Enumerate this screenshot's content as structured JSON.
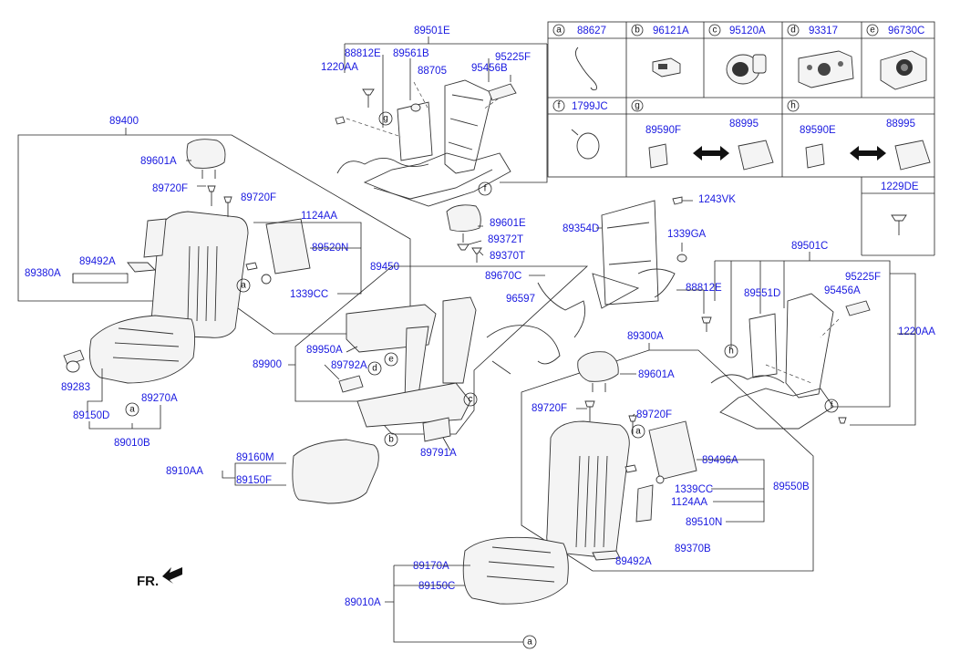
{
  "title_prefix": "FR.",
  "legend": [
    {
      "key": "a",
      "part": "88627"
    },
    {
      "key": "b",
      "part": "96121A"
    },
    {
      "key": "c",
      "part": "95120A"
    },
    {
      "key": "d",
      "part": "93317"
    },
    {
      "key": "e",
      "part": "96730C"
    },
    {
      "key": "f",
      "part": "1799JC"
    },
    {
      "key": "g",
      "part_a": "89590F",
      "part_b": "88995"
    },
    {
      "key": "h",
      "part_a": "89590E",
      "part_b": "88995"
    },
    {
      "key": "extra",
      "part": "1229DE"
    }
  ],
  "labels": {
    "p89501E": "89501E",
    "p88812E_top": "88812E",
    "p1220AA_top": "1220AA",
    "p89561B": "89561B",
    "p88705": "88705",
    "p95225F_top": "95225F",
    "p95456B": "95456B",
    "p89400": "89400",
    "p89601A_l": "89601A",
    "p89720F_l1": "89720F",
    "p89720F_l2": "89720F",
    "p1124AA_l": "1124AA",
    "p89520N": "89520N",
    "p89492A_l": "89492A",
    "p89380A": "89380A",
    "p89450": "89450",
    "p1339CC_l": "1339CC",
    "p89283": "89283",
    "p89150D": "89150D",
    "p89270A": "89270A",
    "p89010B": "89010B",
    "p89601E": "89601E",
    "p89372T": "89372T",
    "p89370T": "89370T",
    "p89354D": "89354D",
    "p1243VK": "1243VK",
    "p1339GA": "1339GA",
    "p89670C": "89670C",
    "p96597": "96597",
    "p89950A": "89950A",
    "p89900": "89900",
    "p89792A": "89792A",
    "p89791A": "89791A",
    "p89501C": "89501C",
    "p88812E_r": "88812E",
    "p89551D": "89551D",
    "p95225F_r": "95225F",
    "p95456A": "95456A",
    "p1220AA_r": "1220AA",
    "p89300A": "89300A",
    "p89601A_r": "89601A",
    "p89720F_r1": "89720F",
    "p89720F_r2": "89720F",
    "p89496A": "89496A",
    "p89550B": "89550B",
    "p1339CC_r": "1339CC",
    "p1124AA_r": "1124AA",
    "p89510N": "89510N",
    "p89370B": "89370B",
    "p89492A_r": "89492A",
    "p89910AA": "8910AA",
    "p89160M": "89160M",
    "p89150F": "89150F",
    "p89170A": "89170A",
    "p89150C": "89150C",
    "p89010A": "89010A"
  },
  "callouts": {
    "a": "a",
    "b": "b",
    "c": "c",
    "d": "d",
    "e": "e",
    "f": "f",
    "g": "g",
    "h": "h"
  }
}
